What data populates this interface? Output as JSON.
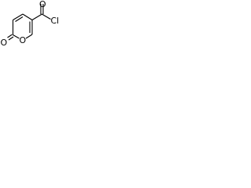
{
  "molecule": {
    "atoms": {
      "carbonyl_oxygen": "O",
      "ring_oxygen": "O",
      "acyl_oxygen": "O",
      "chlorine": "Cl"
    }
  }
}
